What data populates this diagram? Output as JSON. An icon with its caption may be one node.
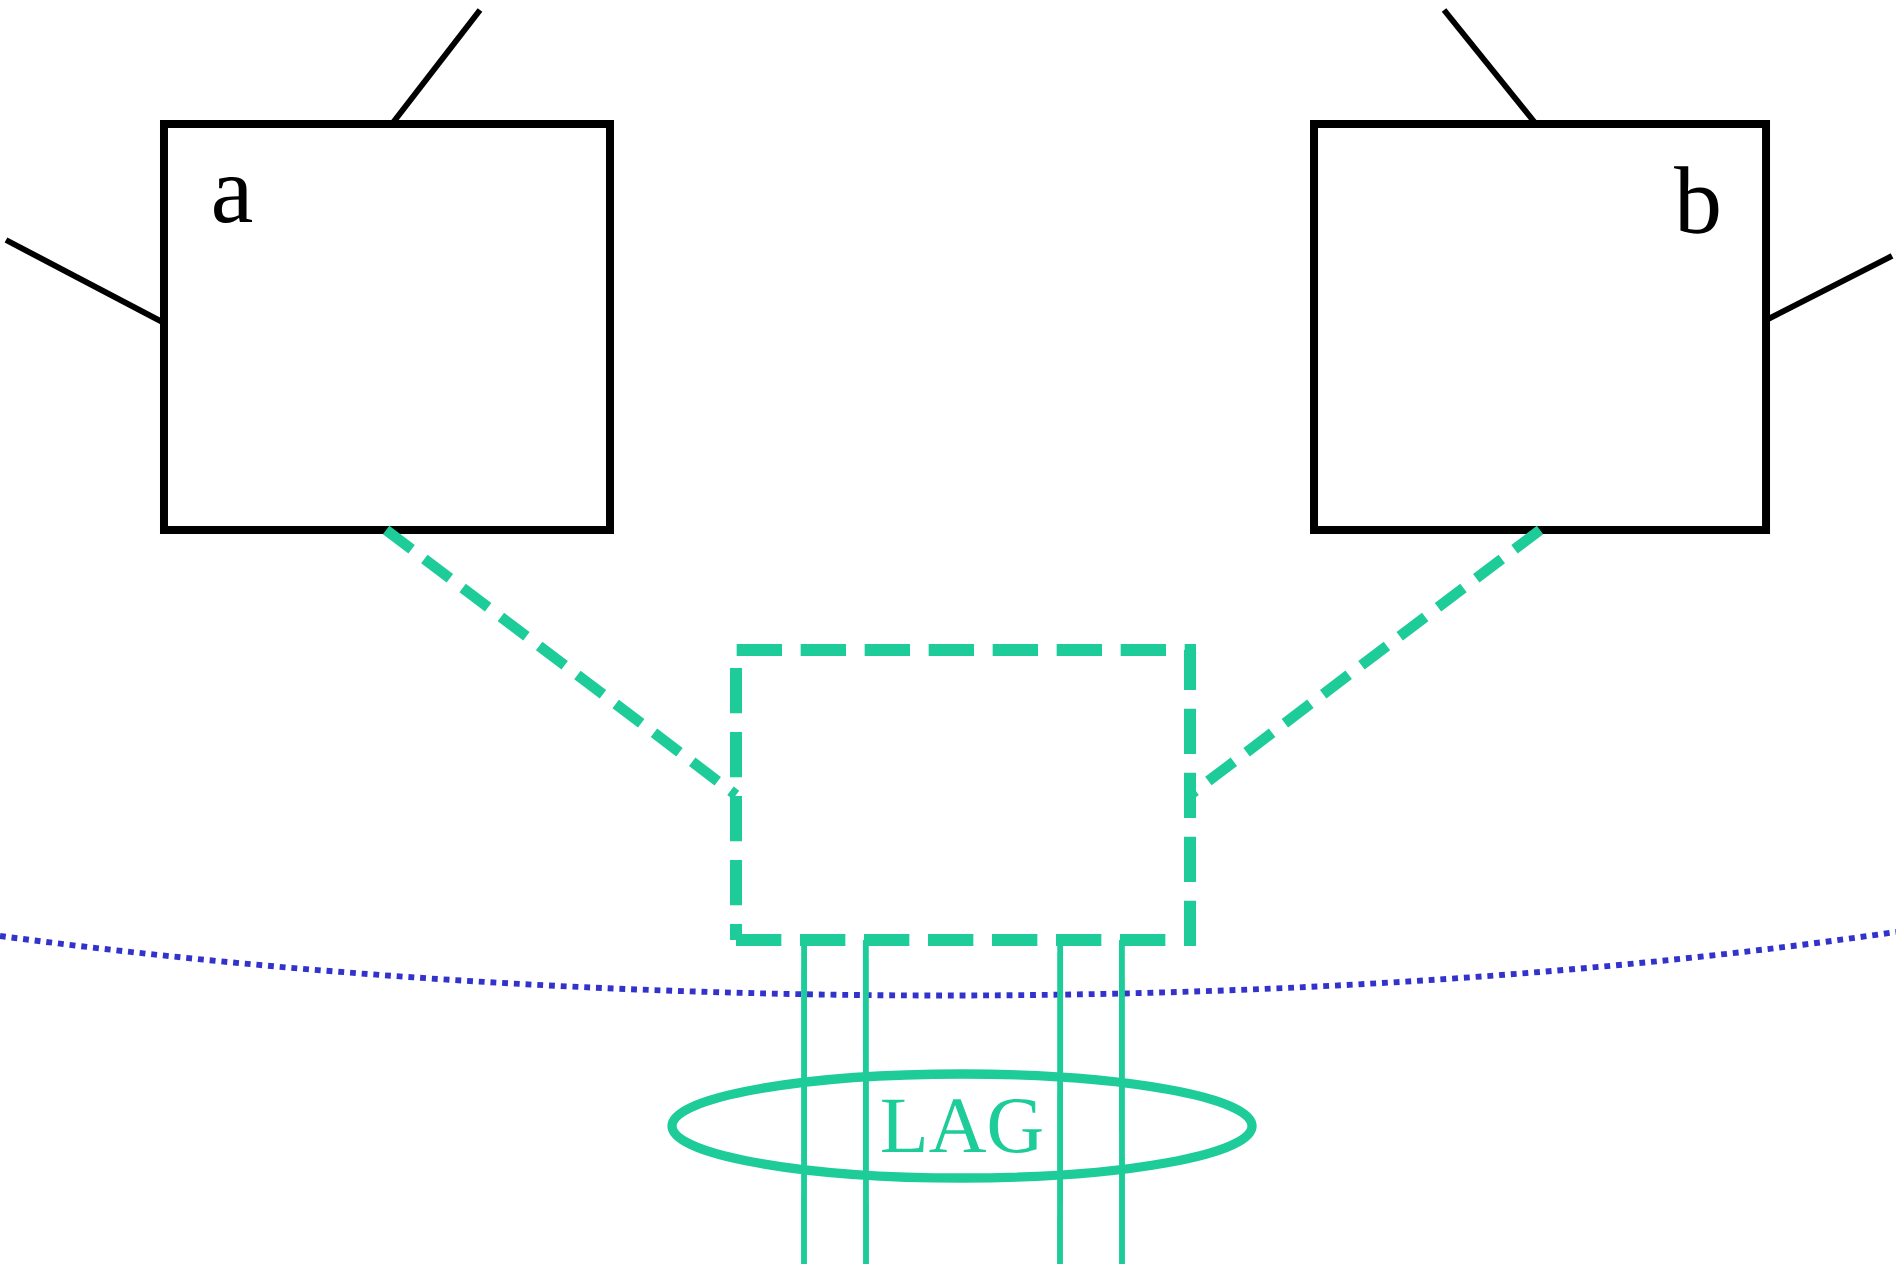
{
  "diagram": {
    "nodes": [
      {
        "text": [
          "a"
        ]
      },
      {
        "text": [
          "b"
        ]
      },
      {
        "text": [],
        "shape": "box"
      },
      {
        "text": [
          "LAG"
        ]
      }
    ],
    "edges": [
      {
        "from": 0,
        "to": null,
        "arrow": "none",
        "color": "#000000"
      },
      {
        "from": 0,
        "to": null,
        "arrow": "none",
        "color": "#000000"
      },
      {
        "from": 1,
        "to": null,
        "arrow": "none",
        "color": "#000000"
      },
      {
        "from": 1,
        "to": null,
        "arrow": "none",
        "color": "#000000"
      },
      {
        "from": 0,
        "to": 2,
        "arrow": "none",
        "style": "dashed"
      },
      {
        "from": 1,
        "to": 2,
        "arrow": "none",
        "style": "dashed"
      },
      {
        "from": 2,
        "to": null,
        "arrow": "none"
      },
      {
        "from": 2,
        "to": null,
        "arrow": "none"
      },
      {
        "from": 2,
        "to": null,
        "arrow": "none"
      },
      {
        "from": 2,
        "to": null,
        "arrow": "none"
      }
    ]
  }
}
